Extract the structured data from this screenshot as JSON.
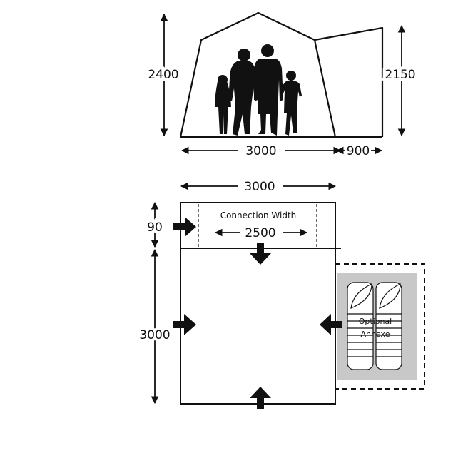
{
  "elevation": {
    "height_main": "2400",
    "height_side": "2150",
    "width_main": "3000",
    "width_side": "900"
  },
  "plan": {
    "width": "3000",
    "depth_top": "90",
    "depth_main": "3000",
    "connection_label": "Connection Width",
    "connection_width": "2500",
    "annexe_label_line1": "Optional",
    "annexe_label_line2": "Annexe"
  },
  "colors": {
    "line": "#111111",
    "annexe_fill": "#c8c8c8"
  }
}
